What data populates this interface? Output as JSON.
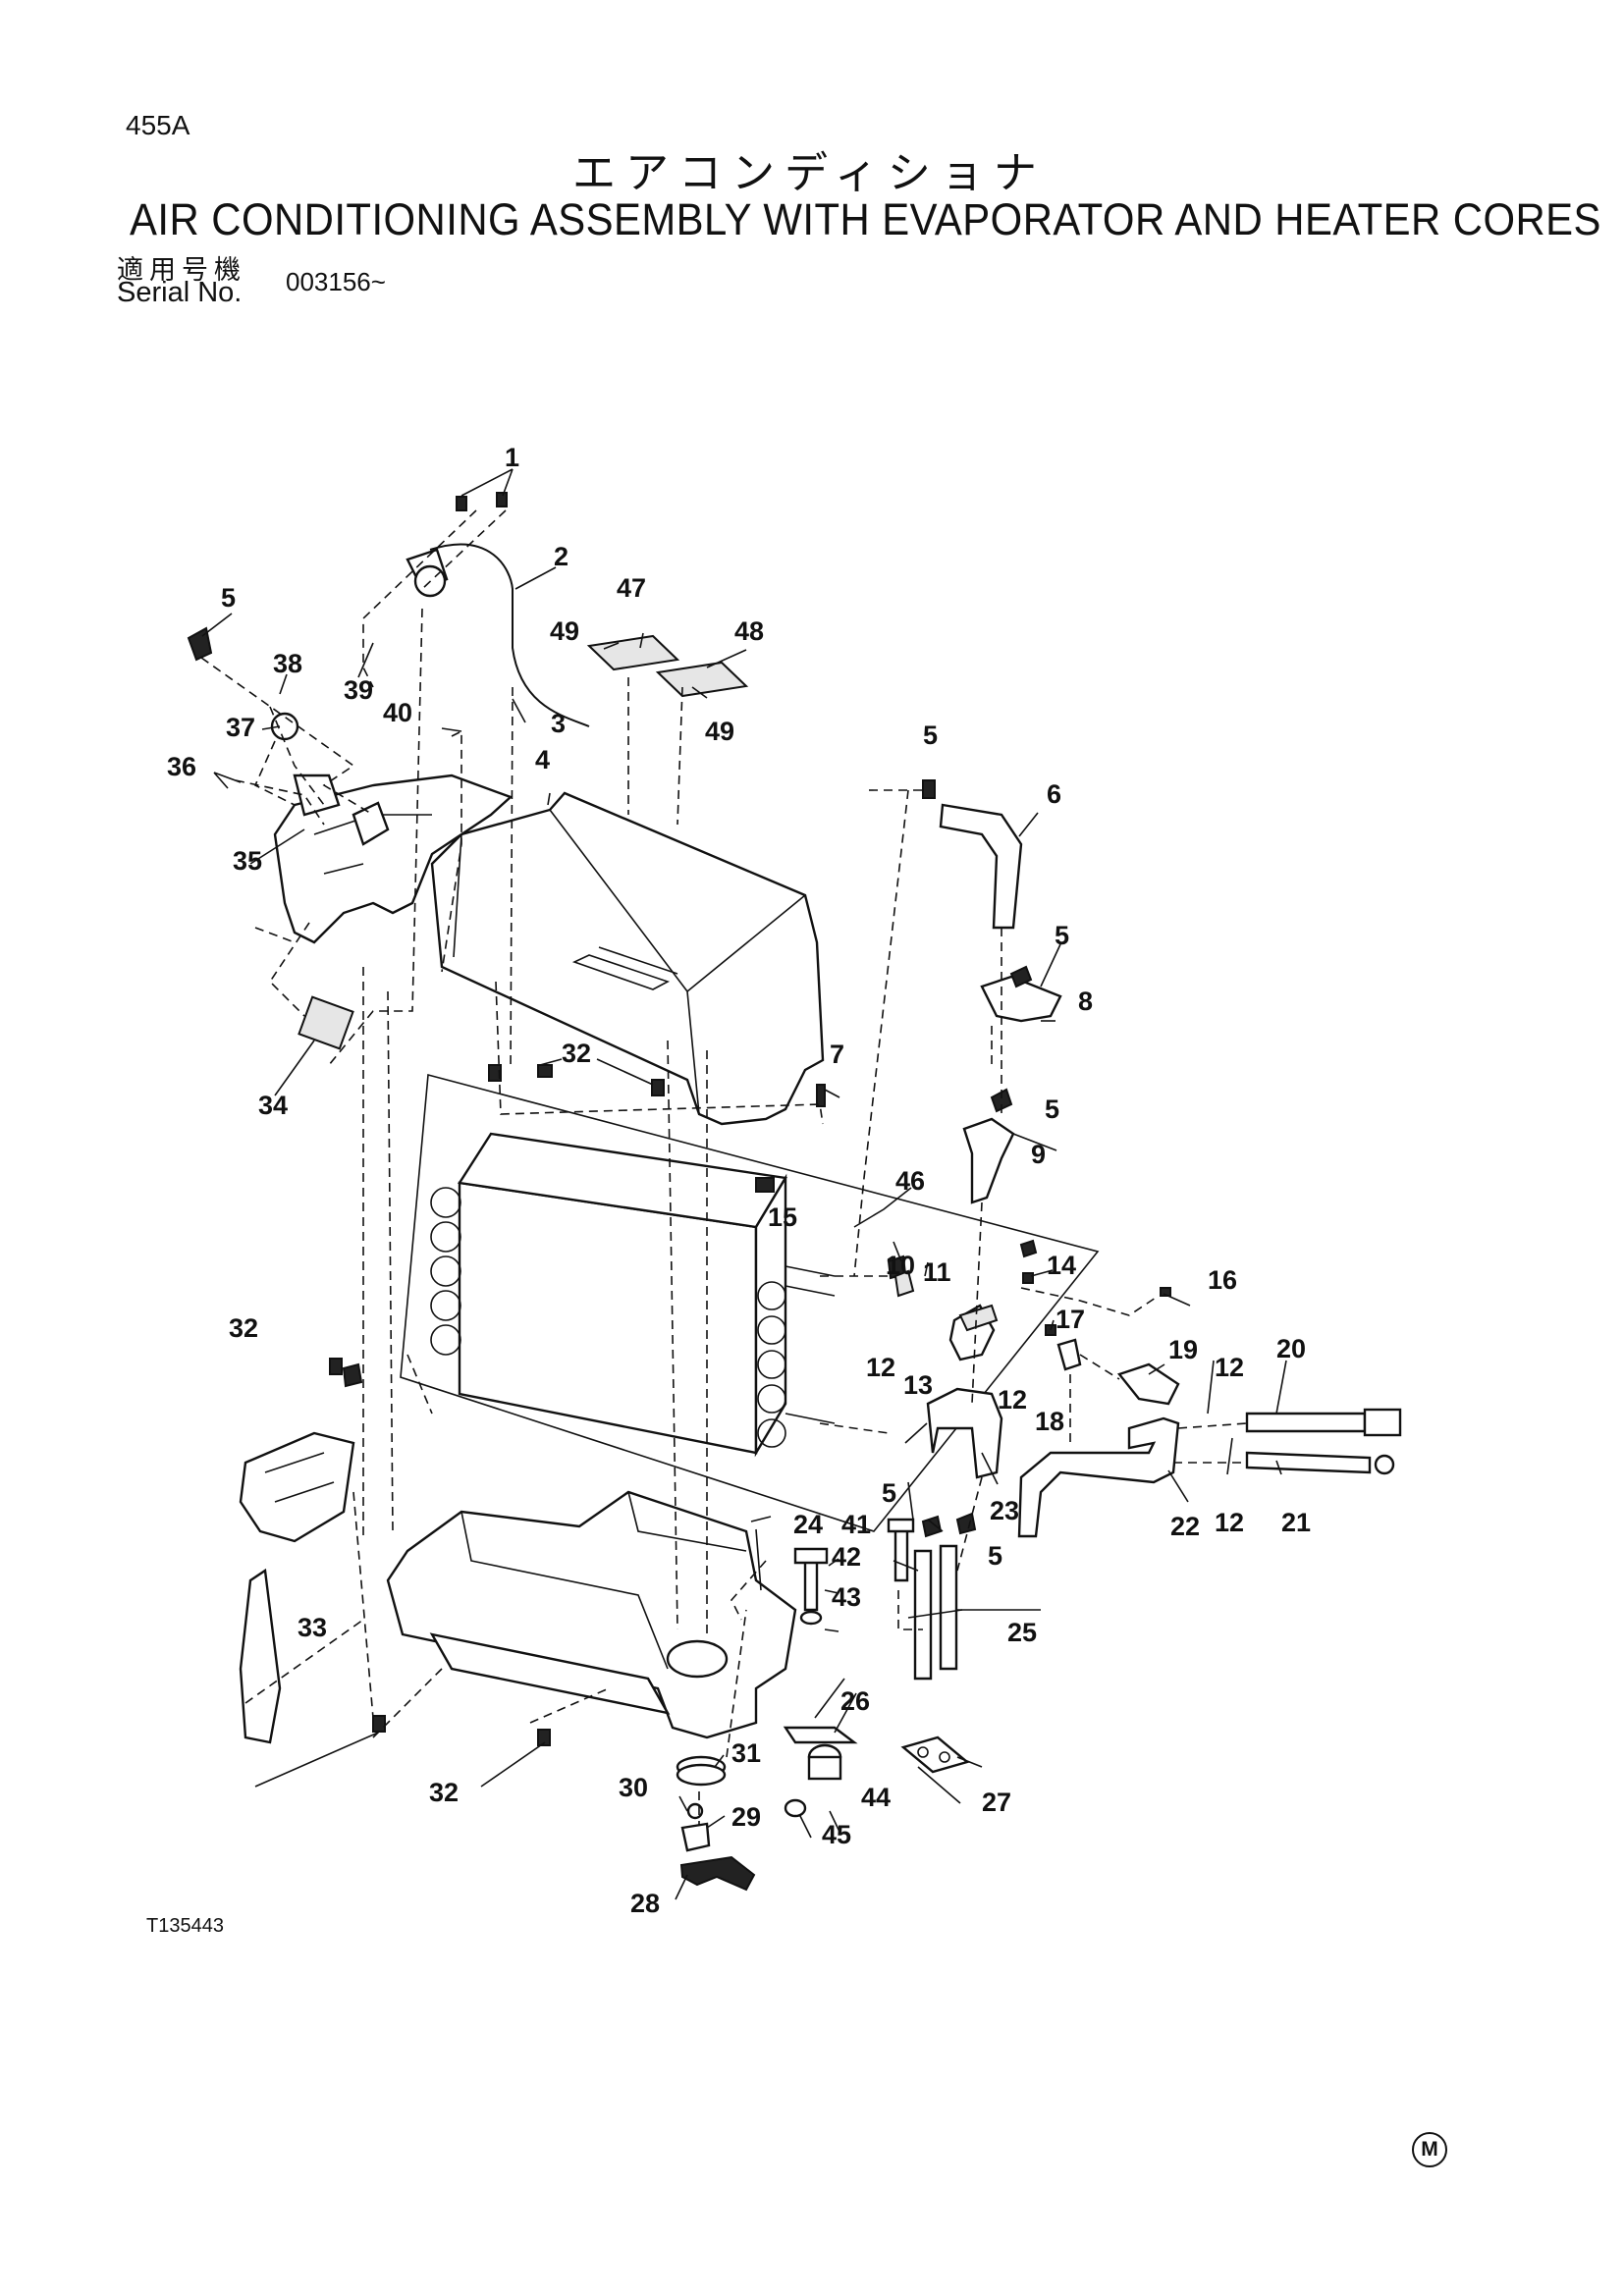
{
  "page_no": "455A",
  "title_jp": "エアコンディショナ",
  "title_en": "AIR CONDITIONING ASSEMBLY WITH EVAPORATOR AND HEATER CORES",
  "serial": {
    "label_jp": "適用号機",
    "label_en": "Serial No.",
    "value": "003156~"
  },
  "figure_code": "T135443",
  "mark": "M",
  "callouts": [
    "1",
    "2",
    "3",
    "4",
    "5",
    "6",
    "7",
    "8",
    "9",
    "10",
    "11",
    "12",
    "13",
    "14",
    "15",
    "16",
    "17",
    "18",
    "19",
    "20",
    "21",
    "22",
    "23",
    "24",
    "25",
    "26",
    "27",
    "28",
    "29",
    "30",
    "31",
    "32",
    "33",
    "34",
    "35",
    "36",
    "37",
    "38",
    "39",
    "40",
    "41",
    "42",
    "43",
    "44",
    "45",
    "46",
    "47",
    "48",
    "49"
  ]
}
